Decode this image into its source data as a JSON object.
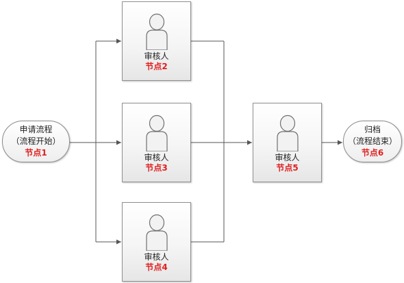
{
  "start": {
    "line1": "申请流程",
    "line2": "（流程开始）",
    "label": "节点1"
  },
  "end": {
    "line1": "归档",
    "line2": "（流程结束）",
    "label": "节点6"
  },
  "nodes": [
    {
      "role": "审核人",
      "label": "节点2"
    },
    {
      "role": "审核人",
      "label": "节点3"
    },
    {
      "role": "审核人",
      "label": "节点4"
    },
    {
      "role": "审核人",
      "label": "节点5"
    }
  ],
  "colors": {
    "label_red": "#e02020",
    "line": "#555555",
    "border": "#8f8f8f"
  },
  "icons": {
    "person": "person-icon"
  }
}
